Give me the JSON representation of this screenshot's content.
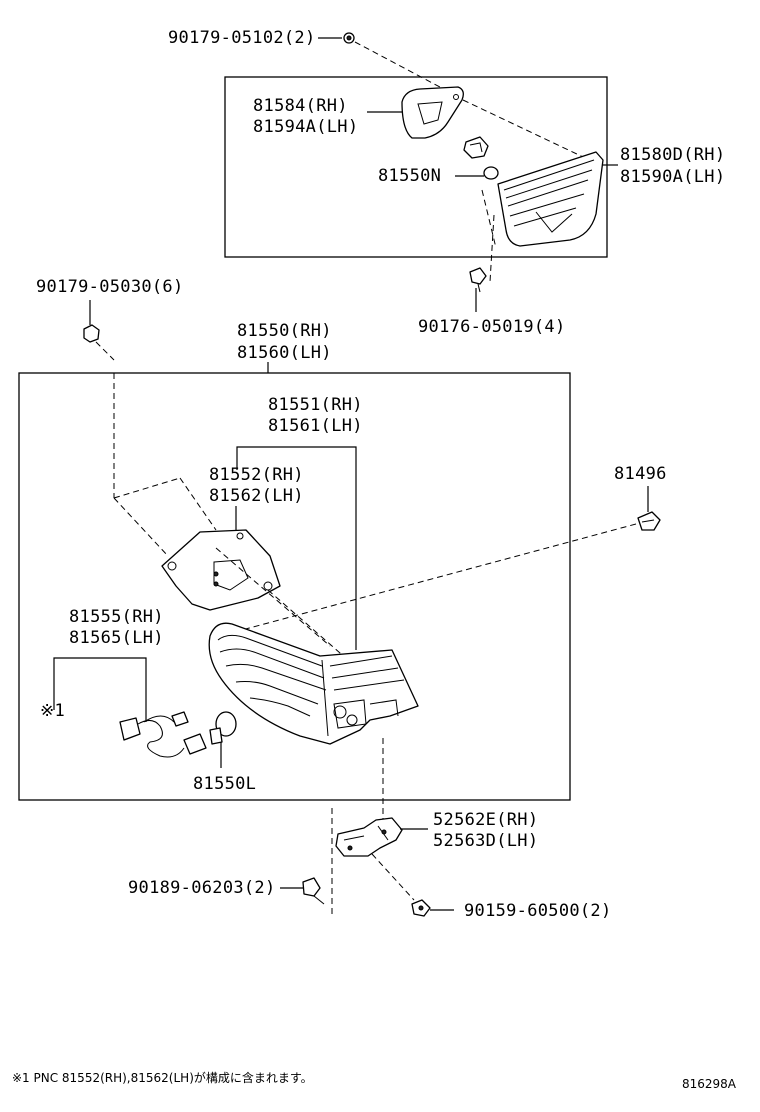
{
  "labels": {
    "p90179_05102": "90179-05102(2)",
    "p81584": "81584(RH)",
    "p81594a": "81594A(LH)",
    "p81550n": "81550N",
    "p81580d": "81580D(RH)",
    "p81590a": "81590A(LH)",
    "p90179_05030": "90179-05030(6)",
    "p90176_05019": "90176-05019(4)",
    "p81550": "81550(RH)",
    "p81560": "81560(LH)",
    "p81551": "81551(RH)",
    "p81561": "81561(LH)",
    "p81552": "81552(RH)",
    "p81562": "81562(LH)",
    "p81496": "81496",
    "p81555": "81555(RH)",
    "p81565": "81565(LH)",
    "note_mark": "※1",
    "p81550l": "81550L",
    "p52562e": "52562E(RH)",
    "p52563d": "52563D(LH)",
    "p90189_06203": "90189-06203(2)",
    "p90159_60500": "90159-60500(2)"
  },
  "footer": {
    "note": "※1 PNC 81552(RH),81562(LH)が構成に含まれます。",
    "diagram_id": "816298A"
  }
}
